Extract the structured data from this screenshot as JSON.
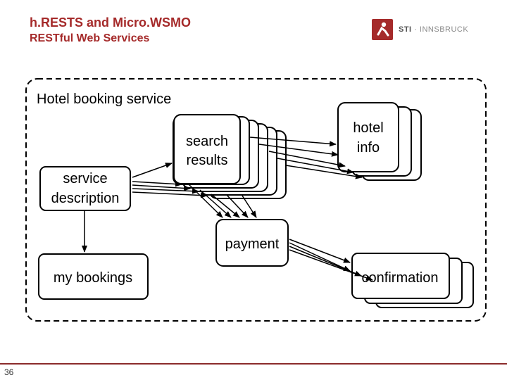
{
  "header": {
    "title": "h.RESTS and Micro.WSMO",
    "subtitle": "RESTful Web Services"
  },
  "logo": {
    "brand": "STI",
    "place": "INNSBRUCK",
    "color": "#a52a2a"
  },
  "diagram": {
    "container_label": "Hotel booking service",
    "nodes": {
      "service_description": [
        "service",
        "description"
      ],
      "search_results": [
        "search",
        "results"
      ],
      "hotel_info": [
        "hotel",
        "info"
      ],
      "payment": "payment",
      "my_bookings": "my bookings",
      "confirmation": "confirmation"
    }
  },
  "footer": {
    "page_number": "36"
  }
}
